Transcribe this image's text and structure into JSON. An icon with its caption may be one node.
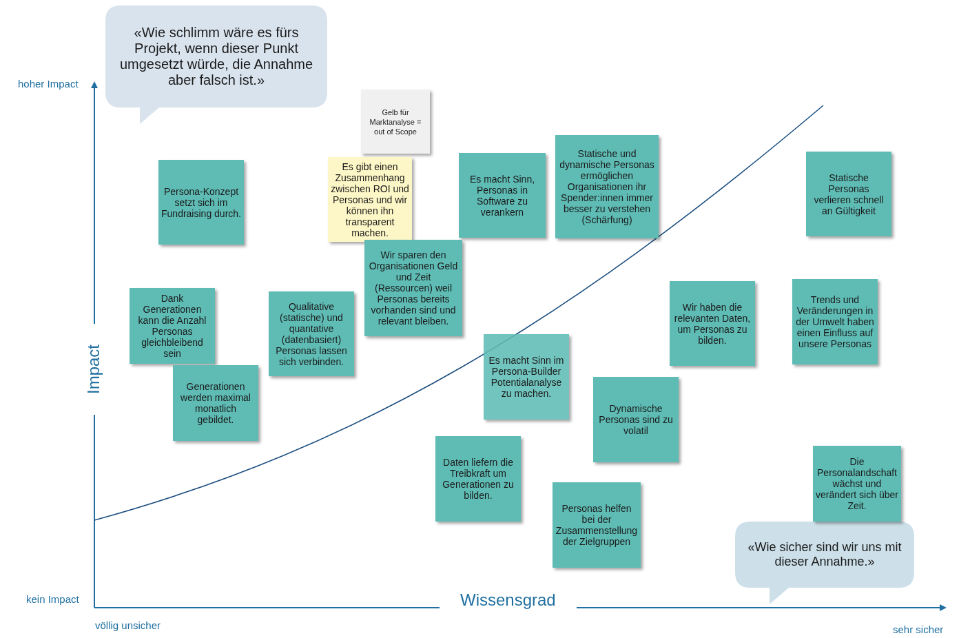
{
  "diagram": {
    "nodes": [
      {
        "text": [
          "«Wie schlimm wäre es fürs Projekt, wenn dieser Punkt umgesetzt würde, die Annahme aber falsch ist.»"
        ]
      },
      {
        "text": [
          "«Wie sicher sind wir uns mit dieser Annahme.»"
        ]
      },
      {
        "text": [
          "Gelb für Marktanalyse = out of Scope"
        ]
      },
      {
        "text": [
          "Persona-Konzept setzt sich im Fundraising durch."
        ]
      },
      {
        "text": [
          "Es gibt einen Zusammenhang zwischen ROI und Personas und wir können ihn transparent machen."
        ]
      },
      {
        "text": [
          "Es macht Sinn, Personas in Software zu verankern"
        ]
      },
      {
        "text": [
          "Statische und dynamische Personas ermöglichen Organisationen ihr Spender:innen immer besser zu verstehen (Schärfung)"
        ]
      },
      {
        "text": [
          "Statische Personas verlieren schnell an Gültigkeit"
        ]
      },
      {
        "text": [
          "Wir sparen den Organisationen Geld und Zeit (Ressourcen) weil Personas bereits vorhanden sind und relevant bleiben."
        ]
      },
      {
        "text": [
          "Wir haben die relevanten Daten, um Personas zu bilden."
        ]
      },
      {
        "text": [
          "Trends und Veränderungen in der Umwelt haben einen Einfluss auf unsere Personas"
        ]
      },
      {
        "text": [
          "Dank Generationen kann die Anzahl Personas gleichbleibend sein"
        ]
      },
      {
        "text": [
          "Qualitative (statische) und quantative (datenbasiert) Personas lassen sich verbinden."
        ]
      },
      {
        "text": [
          "Es macht Sinn im Persona-Builder Potentialanalyse zu machen."
        ]
      },
      {
        "text": [
          "Generationen werden maximal monatlich gebildet."
        ]
      },
      {
        "text": [
          "Dynamische Personas sind zu volatil"
        ]
      },
      {
        "text": [
          "Daten liefern die Treibkraft um Generationen zu bilden."
        ]
      },
      {
        "text": [
          "Personas helfen bei der Zusammenstellung der Zielgruppen"
        ]
      },
      {
        "text": [
          "Die Personalandschaft wächst und verändert sich über Zeit."
        ]
      }
    ],
    "labels": [
      "hoher Impact",
      "Impact",
      "kein Impact",
      "Wissensgrad",
      "völlig unsicher",
      "sehr sicher"
    ]
  }
}
